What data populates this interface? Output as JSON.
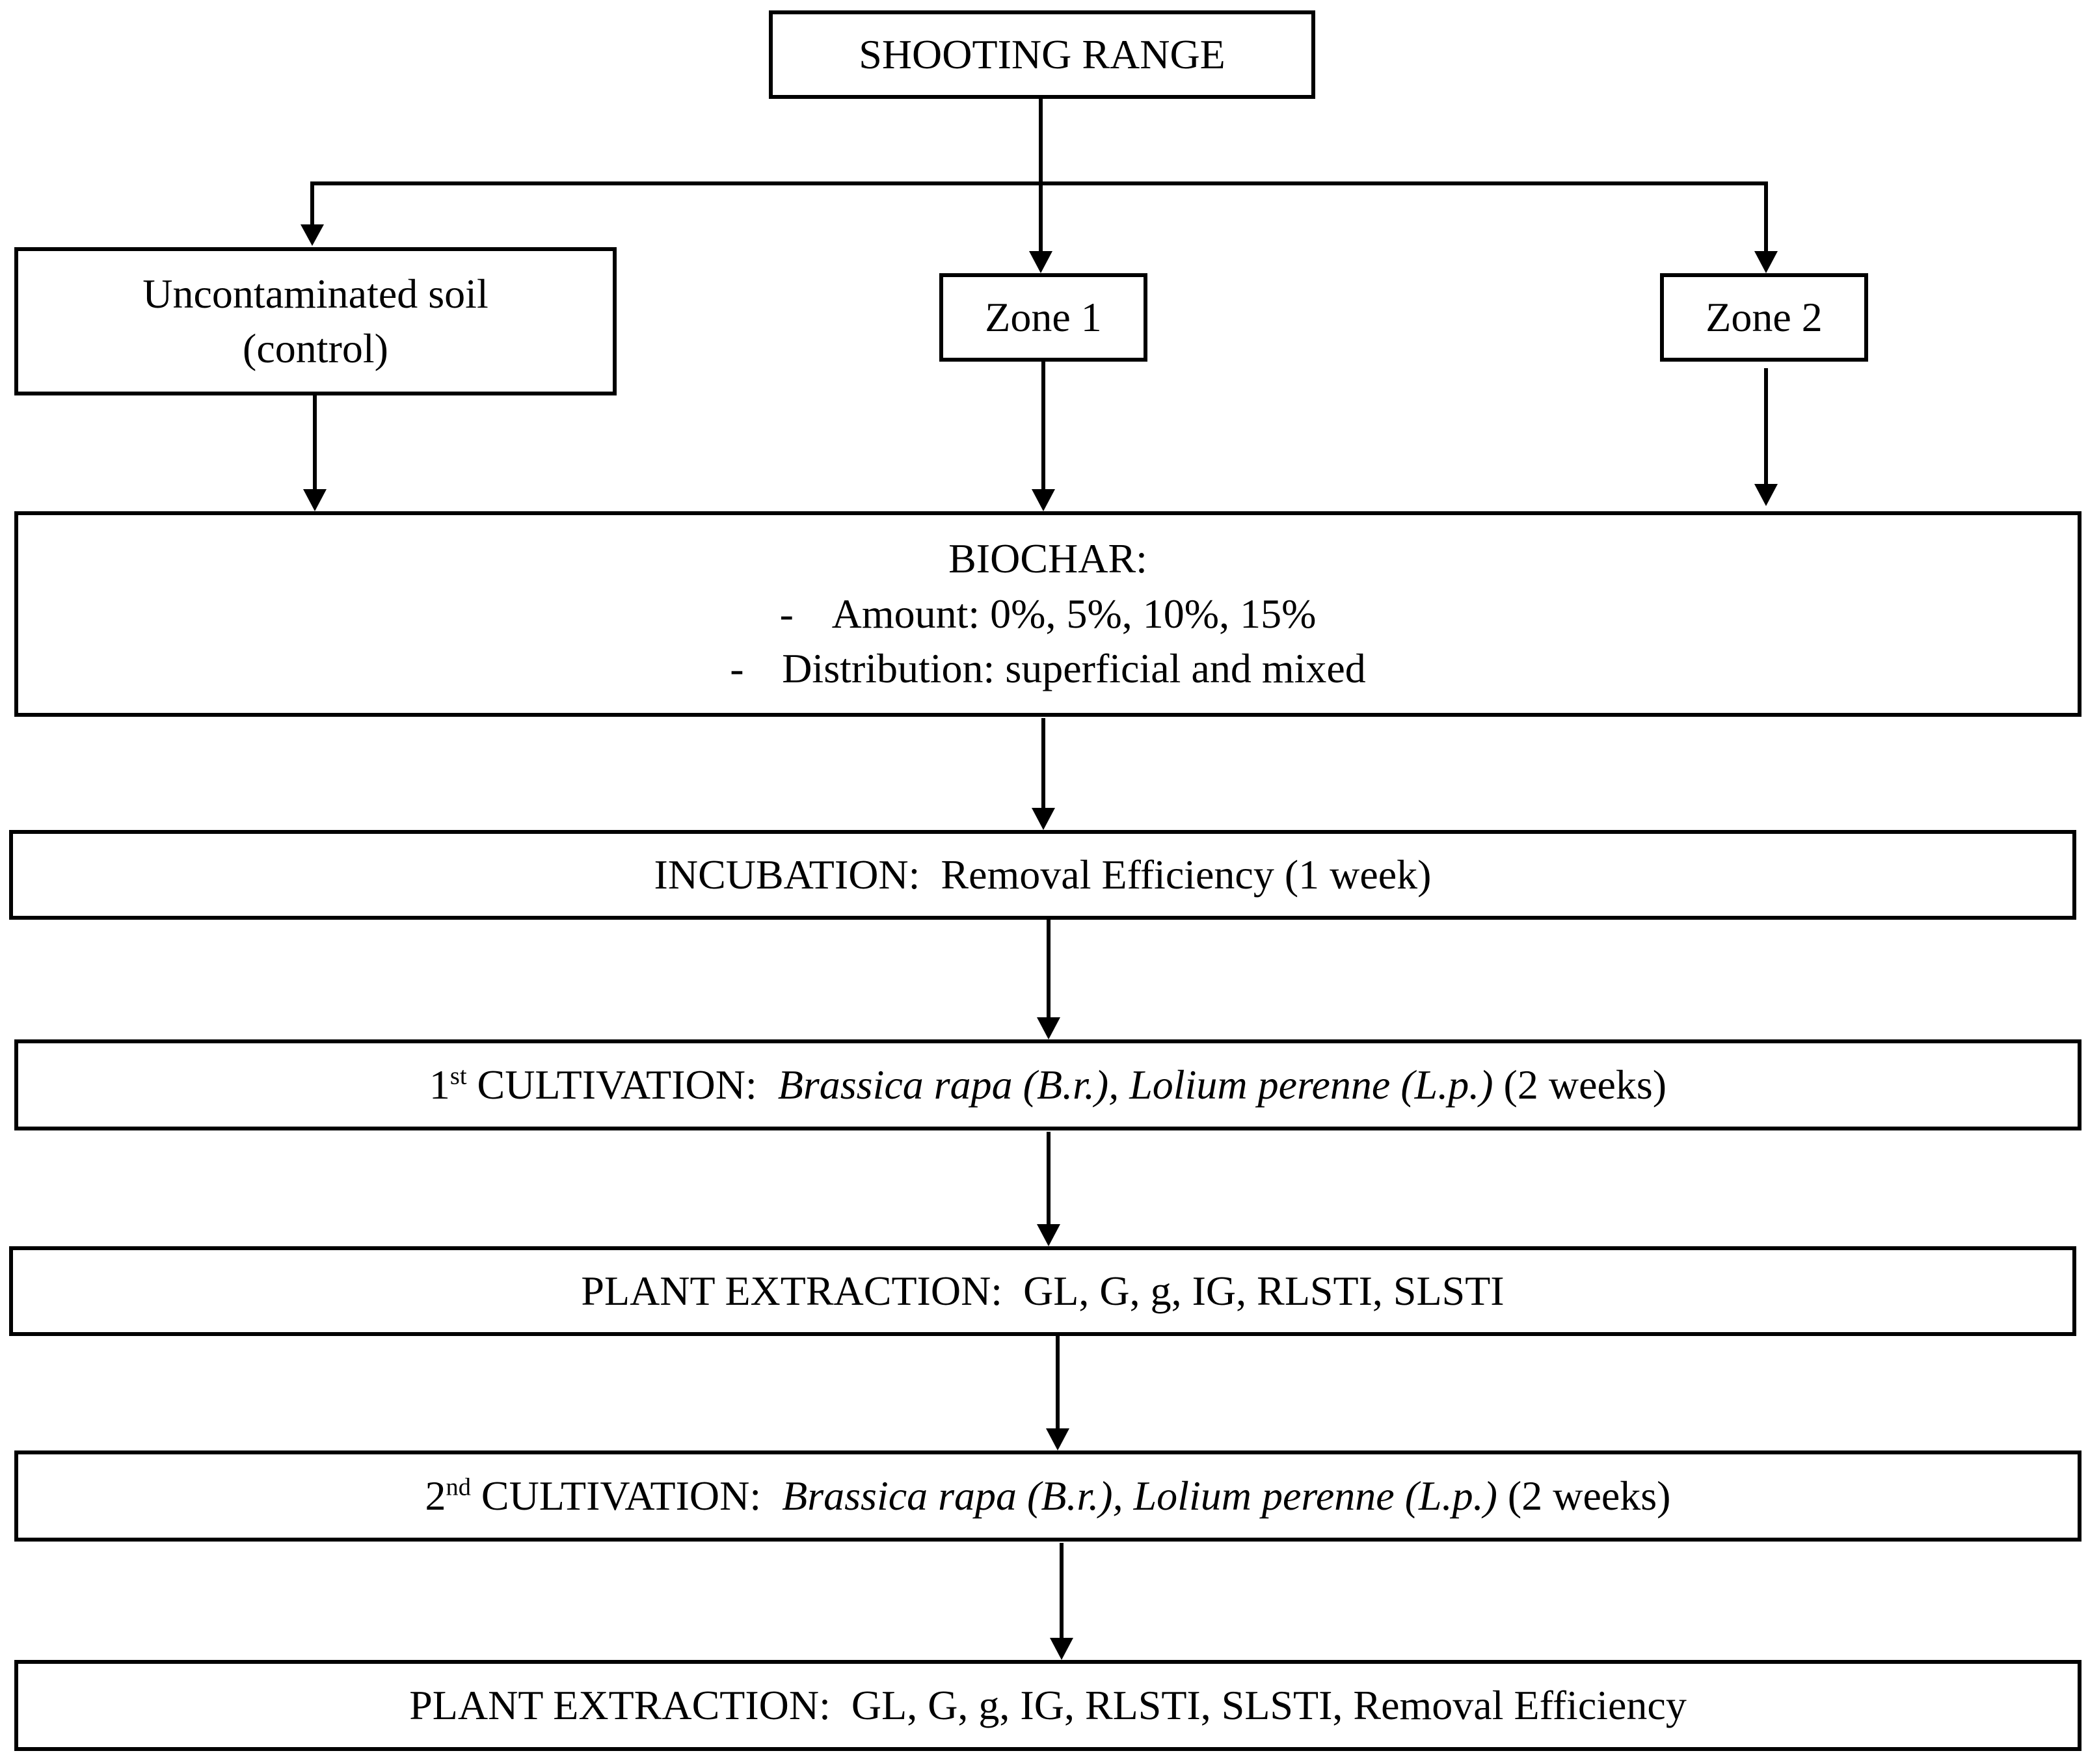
{
  "top": {
    "label": "SHOOTING RANGE"
  },
  "branches": {
    "control_line1": "Uncontaminated soil",
    "control_line2": "(control)",
    "zone1": "Zone 1",
    "zone2": "Zone 2"
  },
  "biochar": {
    "title": "BIOCHAR:",
    "items": [
      {
        "bullet": "-",
        "text": "Amount: 0%, 5%, 10%, 15%"
      },
      {
        "bullet": "-",
        "text": "Distribution: superficial and mixed"
      }
    ]
  },
  "incubation": {
    "label": "INCUBATION:  Removal Efficiency (1 week)"
  },
  "cultivation1": {
    "ordinal_num": "1",
    "ordinal_suffix": "st",
    "label": " CULTIVATION:  ",
    "species": "Brassica rapa (B.r.), Lolium perenne (L.p.)",
    "duration": " (2 weeks)"
  },
  "extraction1": {
    "label": "PLANT EXTRACTION:  GL, G, g, IG, RLSTI, SLSTI"
  },
  "cultivation2": {
    "ordinal_num": "2",
    "ordinal_suffix": "nd",
    "label": " CULTIVATION:  ",
    "species": "Brassica rapa (B.r.), Lolium perenne (L.p.)",
    "duration": " (2 weeks)"
  },
  "extraction2": {
    "label": "PLANT EXTRACTION:  GL, G, g, IG, RLSTI, SLSTI, Removal Efficiency"
  }
}
